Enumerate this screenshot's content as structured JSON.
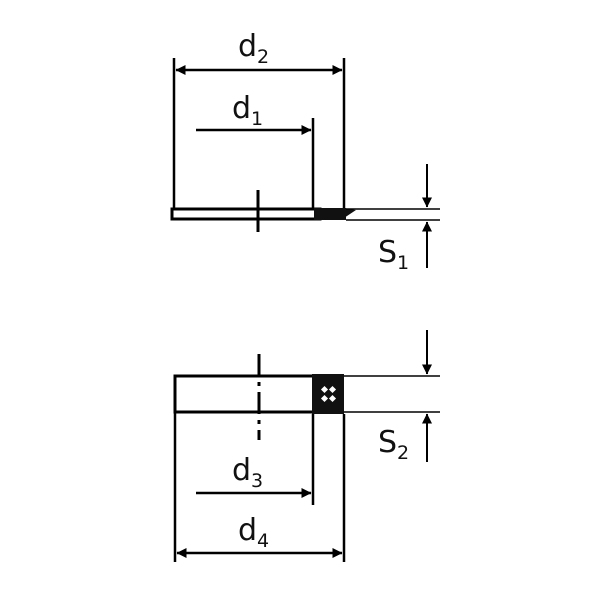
{
  "labels": {
    "d2": {
      "main": "d",
      "sub": "2"
    },
    "d1": {
      "main": "d",
      "sub": "1"
    },
    "s1": {
      "main": "S",
      "sub": "1"
    },
    "d3": {
      "main": "d",
      "sub": "3"
    },
    "d4": {
      "main": "d",
      "sub": "4"
    },
    "s2": {
      "main": "S",
      "sub": "2"
    }
  }
}
